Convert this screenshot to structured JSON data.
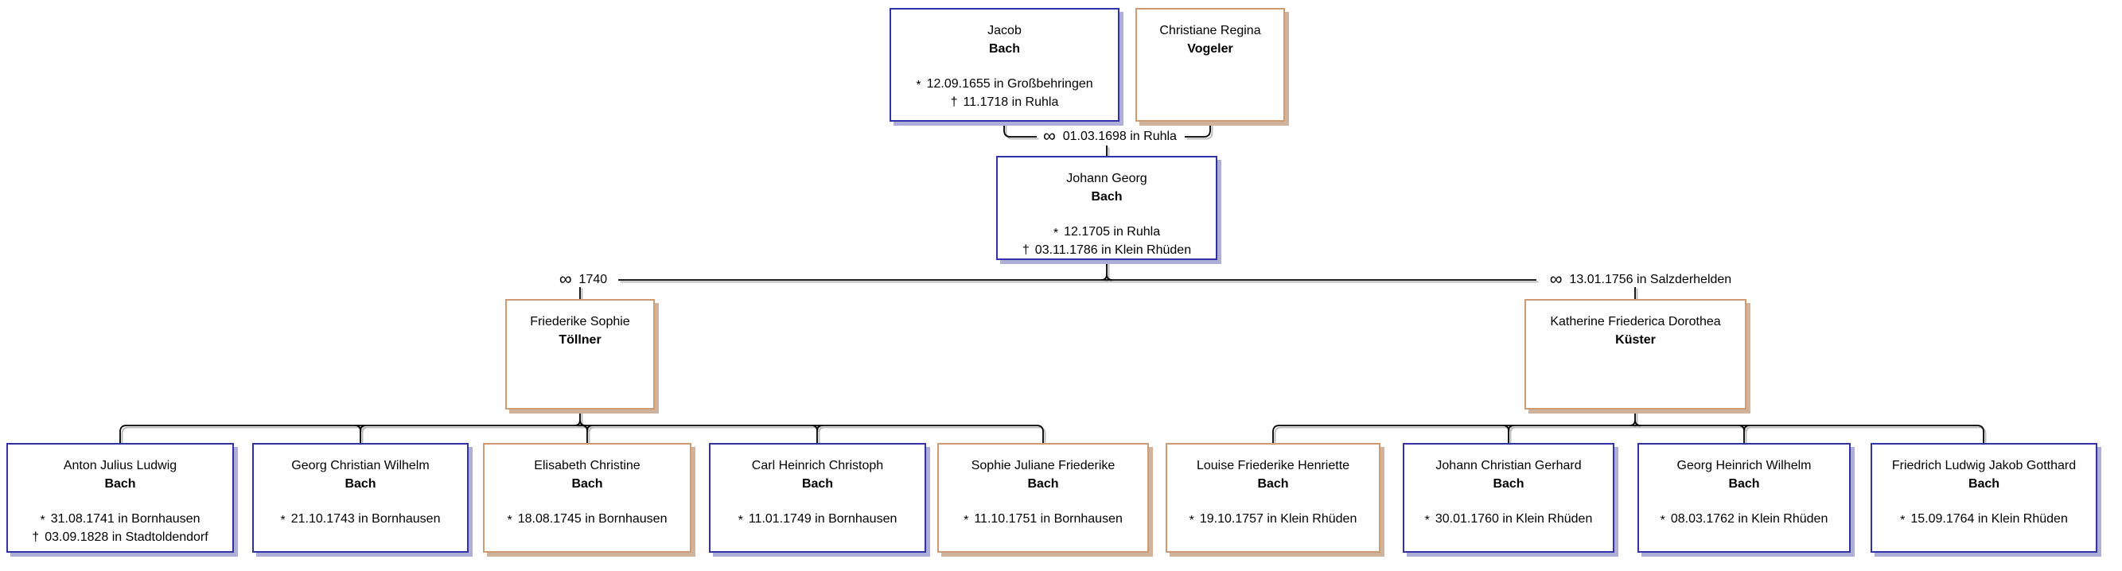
{
  "symbols": {
    "birth": "*",
    "death": "†",
    "marriage": "∞"
  },
  "colors": {
    "background": "#ffffff",
    "text": "#000000",
    "line": "#000000",
    "line_shadow": "#b8b8b8",
    "male_border": "#3232A8",
    "male_shadow": "#aeaed8",
    "female_border": "#CE9B72",
    "female_shadow": "#cfb39c"
  },
  "persons": {
    "jacob": {
      "given": "Jacob",
      "surname": "Bach",
      "sex": "male",
      "birth": "12.09.1655 in Großbehringen",
      "death": "11.1718 in Ruhla"
    },
    "christiane": {
      "given": "Christiane Regina",
      "surname": "Vogeler",
      "sex": "female"
    },
    "johann_georg": {
      "given": "Johann Georg",
      "surname": "Bach",
      "sex": "male",
      "birth": "12.1705 in Ruhla",
      "death": "03.11.1786 in Klein Rhüden"
    },
    "friederike": {
      "given": "Friederike Sophie",
      "surname": "Töllner",
      "sex": "female"
    },
    "katherine": {
      "given": "Katherine Friederica Dorothea",
      "surname": "Küster",
      "sex": "female"
    },
    "anton": {
      "given": "Anton Julius Ludwig",
      "surname": "Bach",
      "sex": "male",
      "birth": "31.08.1741 in Bornhausen",
      "death": "03.09.1828 in Stadtoldendorf"
    },
    "georg_christian": {
      "given": "Georg Christian Wilhelm",
      "surname": "Bach",
      "sex": "male",
      "birth": "21.10.1743 in Bornhausen"
    },
    "elisabeth": {
      "given": "Elisabeth Christine",
      "surname": "Bach",
      "sex": "female",
      "birth": "18.08.1745 in Bornhausen"
    },
    "carl": {
      "given": "Carl Heinrich Christoph",
      "surname": "Bach",
      "sex": "male",
      "birth": "11.01.1749 in Bornhausen"
    },
    "sophie": {
      "given": "Sophie Juliane Friederike",
      "surname": "Bach",
      "sex": "female",
      "birth": "11.10.1751 in Bornhausen"
    },
    "louise": {
      "given": "Louise Friederike Henriette",
      "surname": "Bach",
      "sex": "female",
      "birth": "19.10.1757 in Klein Rhüden"
    },
    "johann_christian": {
      "given": "Johann Christian Gerhard",
      "surname": "Bach",
      "sex": "male",
      "birth": "30.01.1760 in Klein Rhüden"
    },
    "georg_heinrich": {
      "given": "Georg Heinrich Wilhelm",
      "surname": "Bach",
      "sex": "male",
      "birth": "08.03.1762 in Klein Rhüden"
    },
    "friedrich": {
      "given": "Friedrich Ludwig Jakob Gotthard",
      "surname": "Bach",
      "sex": "male",
      "birth": "15.09.1764 in Klein Rhüden"
    }
  },
  "marriages": {
    "jacob_christiane": {
      "symbol": "∞",
      "label": "01.03.1698 in Ruhla"
    },
    "johann_friederike": {
      "symbol": "∞",
      "label": "1740"
    },
    "johann_katherine": {
      "symbol": "∞",
      "label": "13.01.1756 in Salzderhelden"
    }
  }
}
